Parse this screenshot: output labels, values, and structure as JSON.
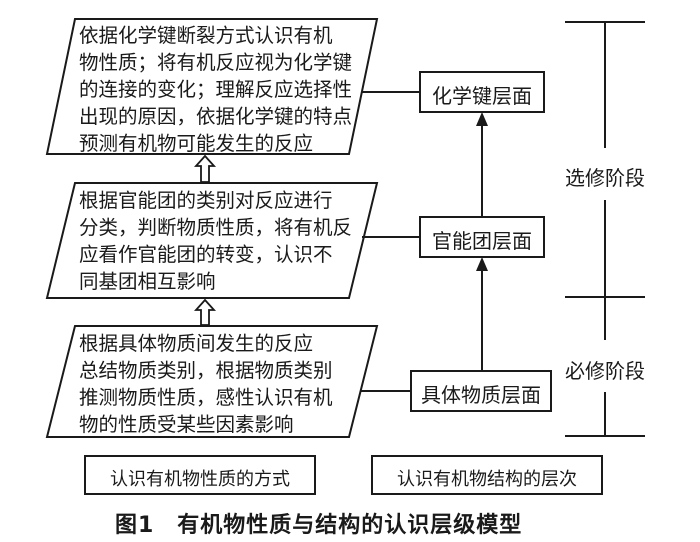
{
  "parallelograms": [
    {
      "lines": [
        "依据化学键断裂方式认识有机",
        "物性质；将有机反应视为化学键",
        "的连接的变化；理解反应选择性",
        "出现的原因，依据化学键的特点",
        "预测有机物可能发生的反应"
      ]
    },
    {
      "lines": [
        "根据官能团的类别对反应进行",
        "分类，判断物质性质，将有机反",
        "应看作官能团的转变，认识不",
        "同基团相互影响"
      ]
    },
    {
      "lines": [
        "根据具体物质间发生的反应",
        "总结物质类别，根据物质类别",
        "推测物质性质，感性认识有机",
        "物的性质受某些因素影响"
      ]
    }
  ],
  "levels": [
    "化学键层面",
    "官能团层面",
    "具体物质层面"
  ],
  "stages": [
    "选修阶段",
    "必修阶段"
  ],
  "legend": {
    "left": "认识有机物性质的方式",
    "right": "认识有机物结构的层次"
  },
  "caption": "图1　有机物性质与结构的认识层级模型"
}
